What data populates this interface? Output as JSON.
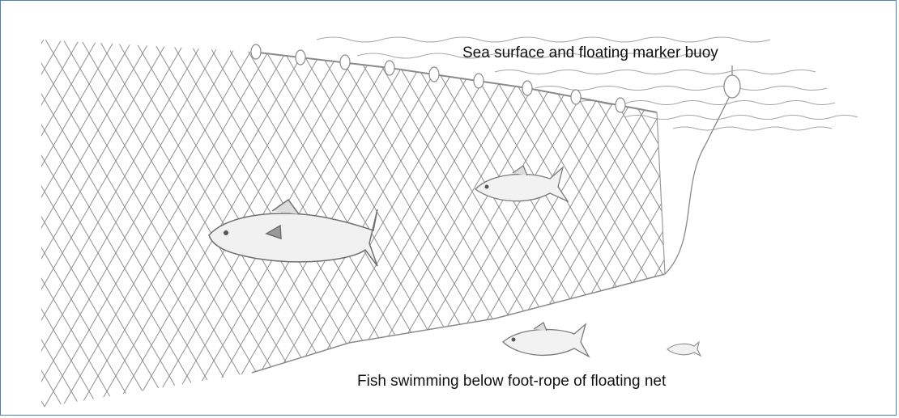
{
  "captions": {
    "top": "Sea surface and floating marker buoy",
    "bottom": "Fish swimming below foot-rope of floating net"
  },
  "icons": {
    "net": "gill-net-mesh",
    "fish": "tuna-fish",
    "buoy": "marker-buoy",
    "sea": "sea-surface"
  },
  "colors": {
    "border": "#4a82bd",
    "ink": "#8a8a8a",
    "text": "#111111"
  }
}
